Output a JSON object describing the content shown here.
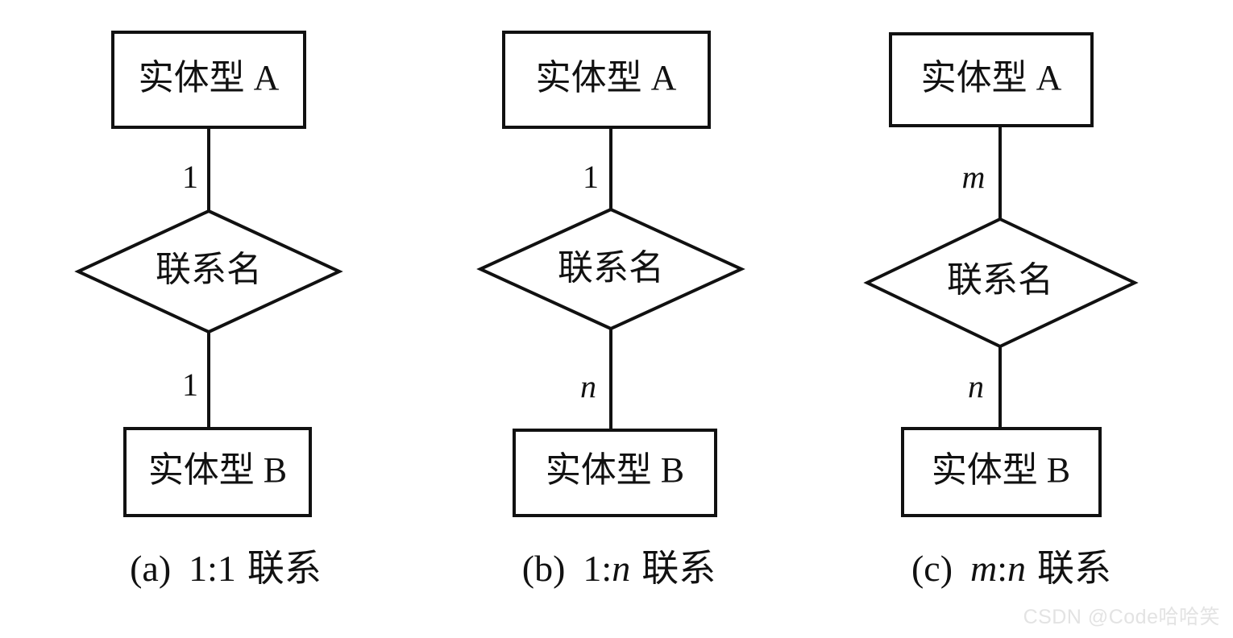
{
  "figure": {
    "background_color": "#ffffff",
    "stroke_color": "#111111",
    "entity_top_label": "实体型 A",
    "entity_bottom_label": "实体型 B",
    "relationship_label": "联系名"
  },
  "columns": [
    {
      "id": "a",
      "entity_top": "实体型 A",
      "relationship": "联系名",
      "entity_bottom": "实体型 B",
      "cardinality_top": "1",
      "cardinality_top_italic": false,
      "cardinality_bottom": "1",
      "cardinality_bottom_italic": false,
      "caption_index": "(a)",
      "caption_left_symbol": "1",
      "caption_left_italic": false,
      "caption_sep": ":",
      "caption_right_symbol": "1",
      "caption_right_italic": false,
      "caption_suffix": "联系"
    },
    {
      "id": "b",
      "entity_top": "实体型 A",
      "relationship": "联系名",
      "entity_bottom": "实体型 B",
      "cardinality_top": "1",
      "cardinality_top_italic": false,
      "cardinality_bottom": "n",
      "cardinality_bottom_italic": true,
      "caption_index": "(b)",
      "caption_left_symbol": "1",
      "caption_left_italic": false,
      "caption_sep": ":",
      "caption_right_symbol": "n",
      "caption_right_italic": true,
      "caption_suffix": "联系"
    },
    {
      "id": "c",
      "entity_top": "实体型 A",
      "relationship": "联系名",
      "entity_bottom": "实体型 B",
      "cardinality_top": "m",
      "cardinality_top_italic": true,
      "cardinality_bottom": "n",
      "cardinality_bottom_italic": true,
      "caption_index": "(c)",
      "caption_left_symbol": "m",
      "caption_left_italic": true,
      "caption_sep": ":",
      "caption_right_symbol": "n",
      "caption_right_italic": true,
      "caption_suffix": "联系"
    }
  ],
  "watermark": {
    "text": "CSDN @Code哈哈笑",
    "color": "#e3e3e3"
  }
}
